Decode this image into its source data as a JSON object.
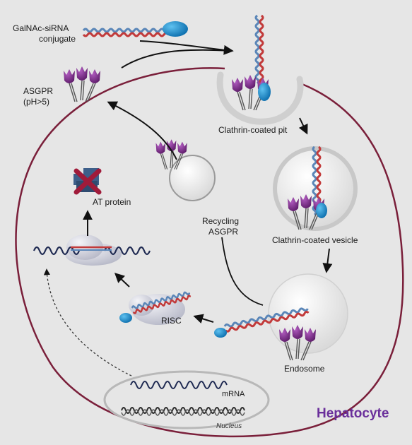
{
  "labels": {
    "conjugate_line1": "GalNAc-siRNA",
    "conjugate_line2": "conjugate",
    "asgpr_line1": "ASGPR",
    "asgpr_line2": "(pH>5)",
    "clathrin_pit": "Clathrin-coated pit",
    "clathrin_vesicle": "Clathrin-coated vesicle",
    "recycling_line1": "Recycling",
    "recycling_line2": "ASGPR",
    "at_protein": "AT protein",
    "risc": "RISC",
    "endosome": "Endosome",
    "mrna": "mRNA",
    "nucleus": "Nucleus",
    "hepatocyte": "Hepatocyte"
  },
  "colors": {
    "background": "#e6e6e6",
    "cell_membrane": "#7a1f3a",
    "receptor_purple": "#7d2a86",
    "sirna_red": "#c23a3a",
    "sirna_blue": "#5a86b8",
    "galnac_cyan": "#1a8fd0",
    "hepatocyte_text": "#6a2f9b",
    "blocked_x": "#a01b3a",
    "protein_blue": "#3d5f8a"
  }
}
